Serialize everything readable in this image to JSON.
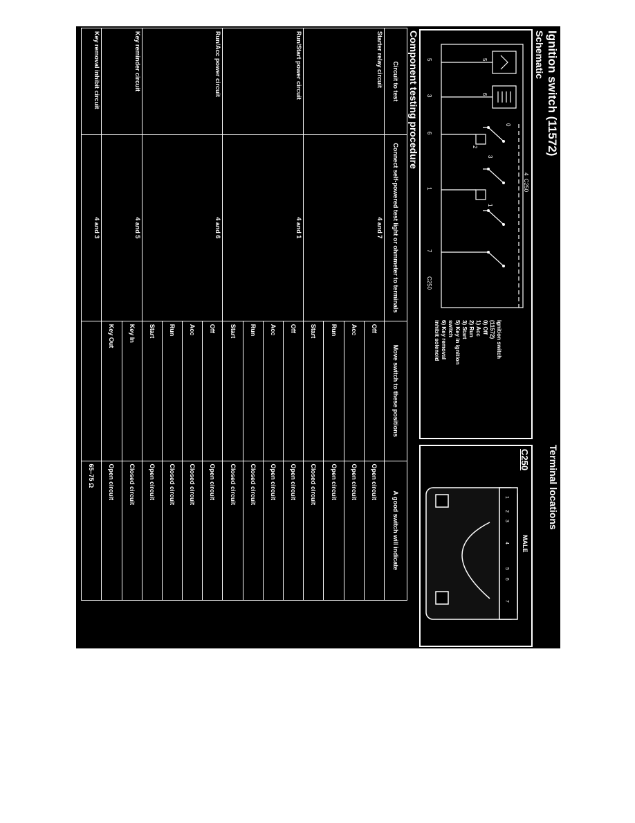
{
  "header": {
    "title": "Ignition switch (11572)",
    "schematic_heading": "Schematic",
    "terminal_heading": "Terminal locations",
    "testing_heading": "Component testing procedure"
  },
  "schematic": {
    "connector_top": "C250",
    "connector_bottom": "C250",
    "pin_top": "4",
    "pins_bottom": [
      "5",
      "3",
      "6",
      "1",
      "7"
    ],
    "left_pins": [
      "5",
      "6"
    ],
    "positions": [
      "0",
      "1",
      "2",
      "3"
    ],
    "legend": [
      "Ignition switch (11572)",
      "0) Off",
      "1) Acc",
      "2) Run",
      "3) Start",
      "5) Key in ignition switch",
      "6) Key removal inhibit solenoid"
    ]
  },
  "terminal": {
    "connector": "C250",
    "gender": "MALE",
    "pins": [
      "1",
      "2",
      "3",
      "4",
      "5",
      "6",
      "7"
    ]
  },
  "table": {
    "headers": [
      "Circuit to test",
      "Connect self-powered test light or ohmmeter to terminals",
      "Move switch to these positions",
      "A good switch will indicate"
    ],
    "rows": [
      {
        "circuit": "Starter relay circuit",
        "terminals": "4 and 7",
        "positions": [
          "Off",
          "Acc",
          "Run",
          "Start"
        ],
        "results": [
          "Open circuit",
          "Open circuit",
          "Open circuit",
          "Closed circuit"
        ]
      },
      {
        "circuit": "Run/Start power circuit",
        "terminals": "4 and 1",
        "positions": [
          "Off",
          "Acc",
          "Run",
          "Start"
        ],
        "results": [
          "Open circuit",
          "Open circuit",
          "Closed circuit",
          "Closed circuit"
        ]
      },
      {
        "circuit": "Run/Acc power circuit",
        "terminals": "4 and 6",
        "positions": [
          "Off",
          "Acc",
          "Run",
          "Start"
        ],
        "results": [
          "Open circuit",
          "Closed circuit",
          "Closed circuit",
          "Open circuit"
        ]
      },
      {
        "circuit": "Key reminder circuit",
        "terminals": "4 and 5",
        "positions": [
          "Key In",
          "Key Out"
        ],
        "results": [
          "Closed circuit",
          "Open circuit"
        ]
      },
      {
        "circuit": "Key removal inhibit circuit",
        "terminals": "4 and 3",
        "positions": [
          ""
        ],
        "results": [
          "65–75 Ω"
        ]
      }
    ]
  }
}
